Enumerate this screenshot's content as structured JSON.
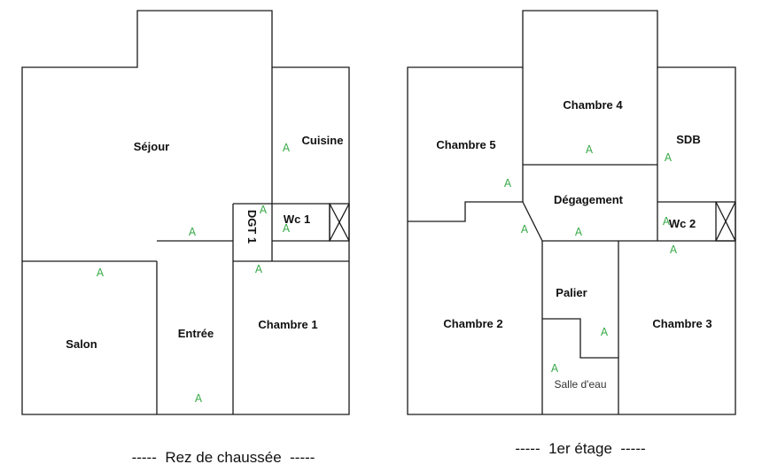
{
  "colors": {
    "wall": "#1a1a1a",
    "marker": "#35a845",
    "background": "#ffffff"
  },
  "marker_glyph": "A",
  "ground_floor": {
    "caption": "-----  Rez de chaussée  -----",
    "rooms": {
      "sejour": "Séjour",
      "cuisine": "Cuisine",
      "dgt": "DGT 1",
      "wc": "Wc 1",
      "salon": "Salon",
      "entree": "Entrée",
      "chambre1": "Chambre 1"
    }
  },
  "first_floor": {
    "caption": "-----  1er étage  -----",
    "rooms": {
      "chambre4": "Chambre 4",
      "chambre5": "Chambre 5",
      "sdb": "SDB",
      "degagement": "Dégagement",
      "wc": "Wc 2",
      "chambre2": "Chambre 2",
      "palier": "Palier",
      "chambre3": "Chambre 3",
      "salle_eau": "Salle d'eau"
    }
  }
}
